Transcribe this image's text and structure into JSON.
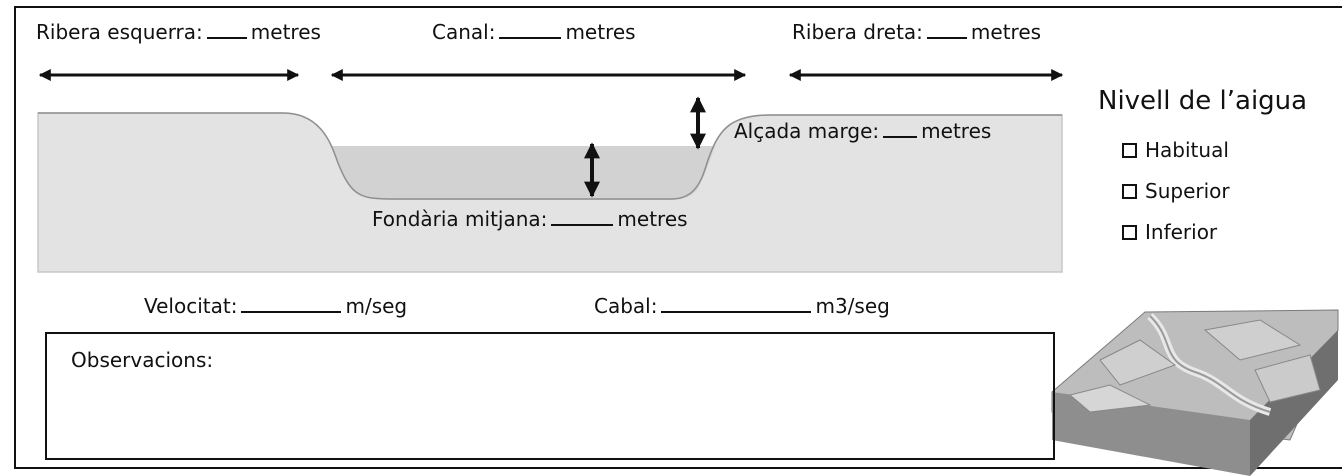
{
  "header": {
    "left_bank": {
      "label": "Ribera esquerra:",
      "unit": "metres"
    },
    "channel": {
      "label": "Canal:",
      "unit": "metres"
    },
    "right_bank": {
      "label": "Ribera dreta:",
      "unit": "metres"
    }
  },
  "diagram": {
    "bank_height": {
      "label": "Alçada marge:",
      "unit": "metres"
    },
    "mean_depth": {
      "label": "Fondària mitjana:",
      "unit": "metres"
    }
  },
  "water_level": {
    "title": "Nivell de l’aigua",
    "options": [
      "Habitual",
      "Superior",
      "Inferior"
    ]
  },
  "measures": {
    "velocity": {
      "label": "Velocitat:",
      "unit": "m/seg"
    },
    "flow": {
      "label": "Cabal:",
      "unit": "m3/seg"
    }
  },
  "observations": {
    "label": "Observacions:"
  },
  "colors": {
    "bank_fill": "#e3e3e3",
    "water_fill": "#d2d2d2",
    "line": "#111111"
  }
}
